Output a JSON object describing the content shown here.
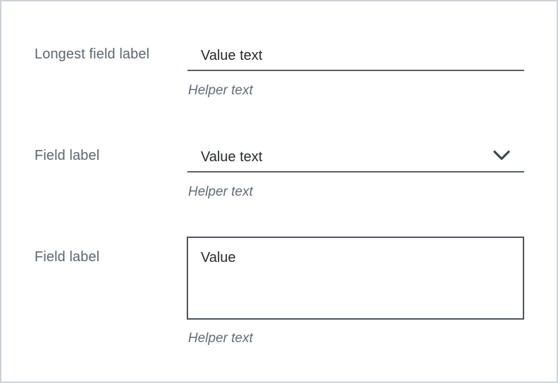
{
  "panel": {
    "background": "#ffffff",
    "border_color": "#cdd2d8"
  },
  "colors": {
    "label_text": "#5d6771",
    "value_text": "#26292d",
    "helper_text": "#626c77",
    "field_underline": "#59606a",
    "textarea_border": "#4d545e",
    "chevron": "#3f4650"
  },
  "icons": {
    "chevron_down": "chevron-down"
  },
  "form": {
    "fields": [
      {
        "label": "Longest field label",
        "control": "text-input",
        "value": "Value text",
        "helper": "Helper text"
      },
      {
        "label": "Field label",
        "control": "select",
        "value": "Value text",
        "helper": "Helper text",
        "icon": "chevron-down"
      },
      {
        "label": "Field label",
        "control": "textarea",
        "value": "Value",
        "helper": "Helper text"
      }
    ]
  }
}
